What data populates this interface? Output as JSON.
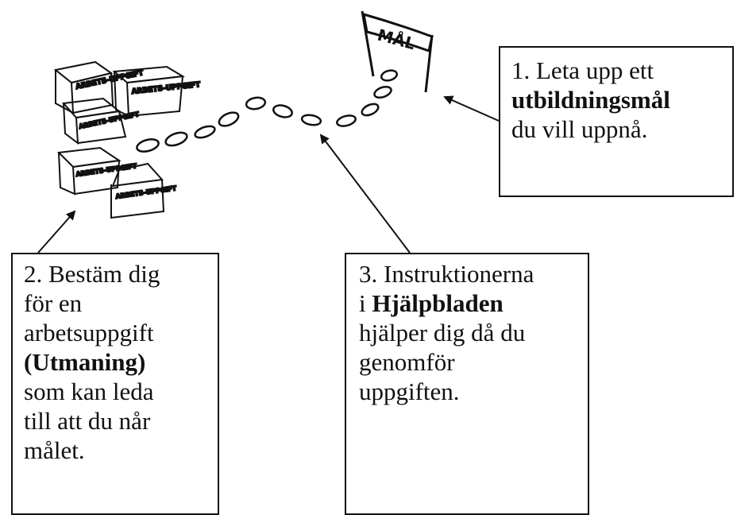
{
  "flag": {
    "label": "MÅL"
  },
  "crate_label": "ARBETS-UPPGIFT",
  "box1": {
    "line1": "1. Leta upp ett",
    "bold": "utbildningsmål",
    "line3": "du vill uppnå."
  },
  "box2": {
    "line1": "2. Bestäm dig",
    "line2": "för en",
    "line3": "arbetsuppgift",
    "bold": "(Utmaning)",
    "line5": "som kan leda",
    "line6": "till att du når",
    "line7": "målet."
  },
  "box3": {
    "line1": "3. Instruktionerna",
    "line2_prefix": "i ",
    "bold": "Hjälpbladen",
    "line3": "hjälper dig då du",
    "line4": "genomför",
    "line5": "uppgiften."
  }
}
